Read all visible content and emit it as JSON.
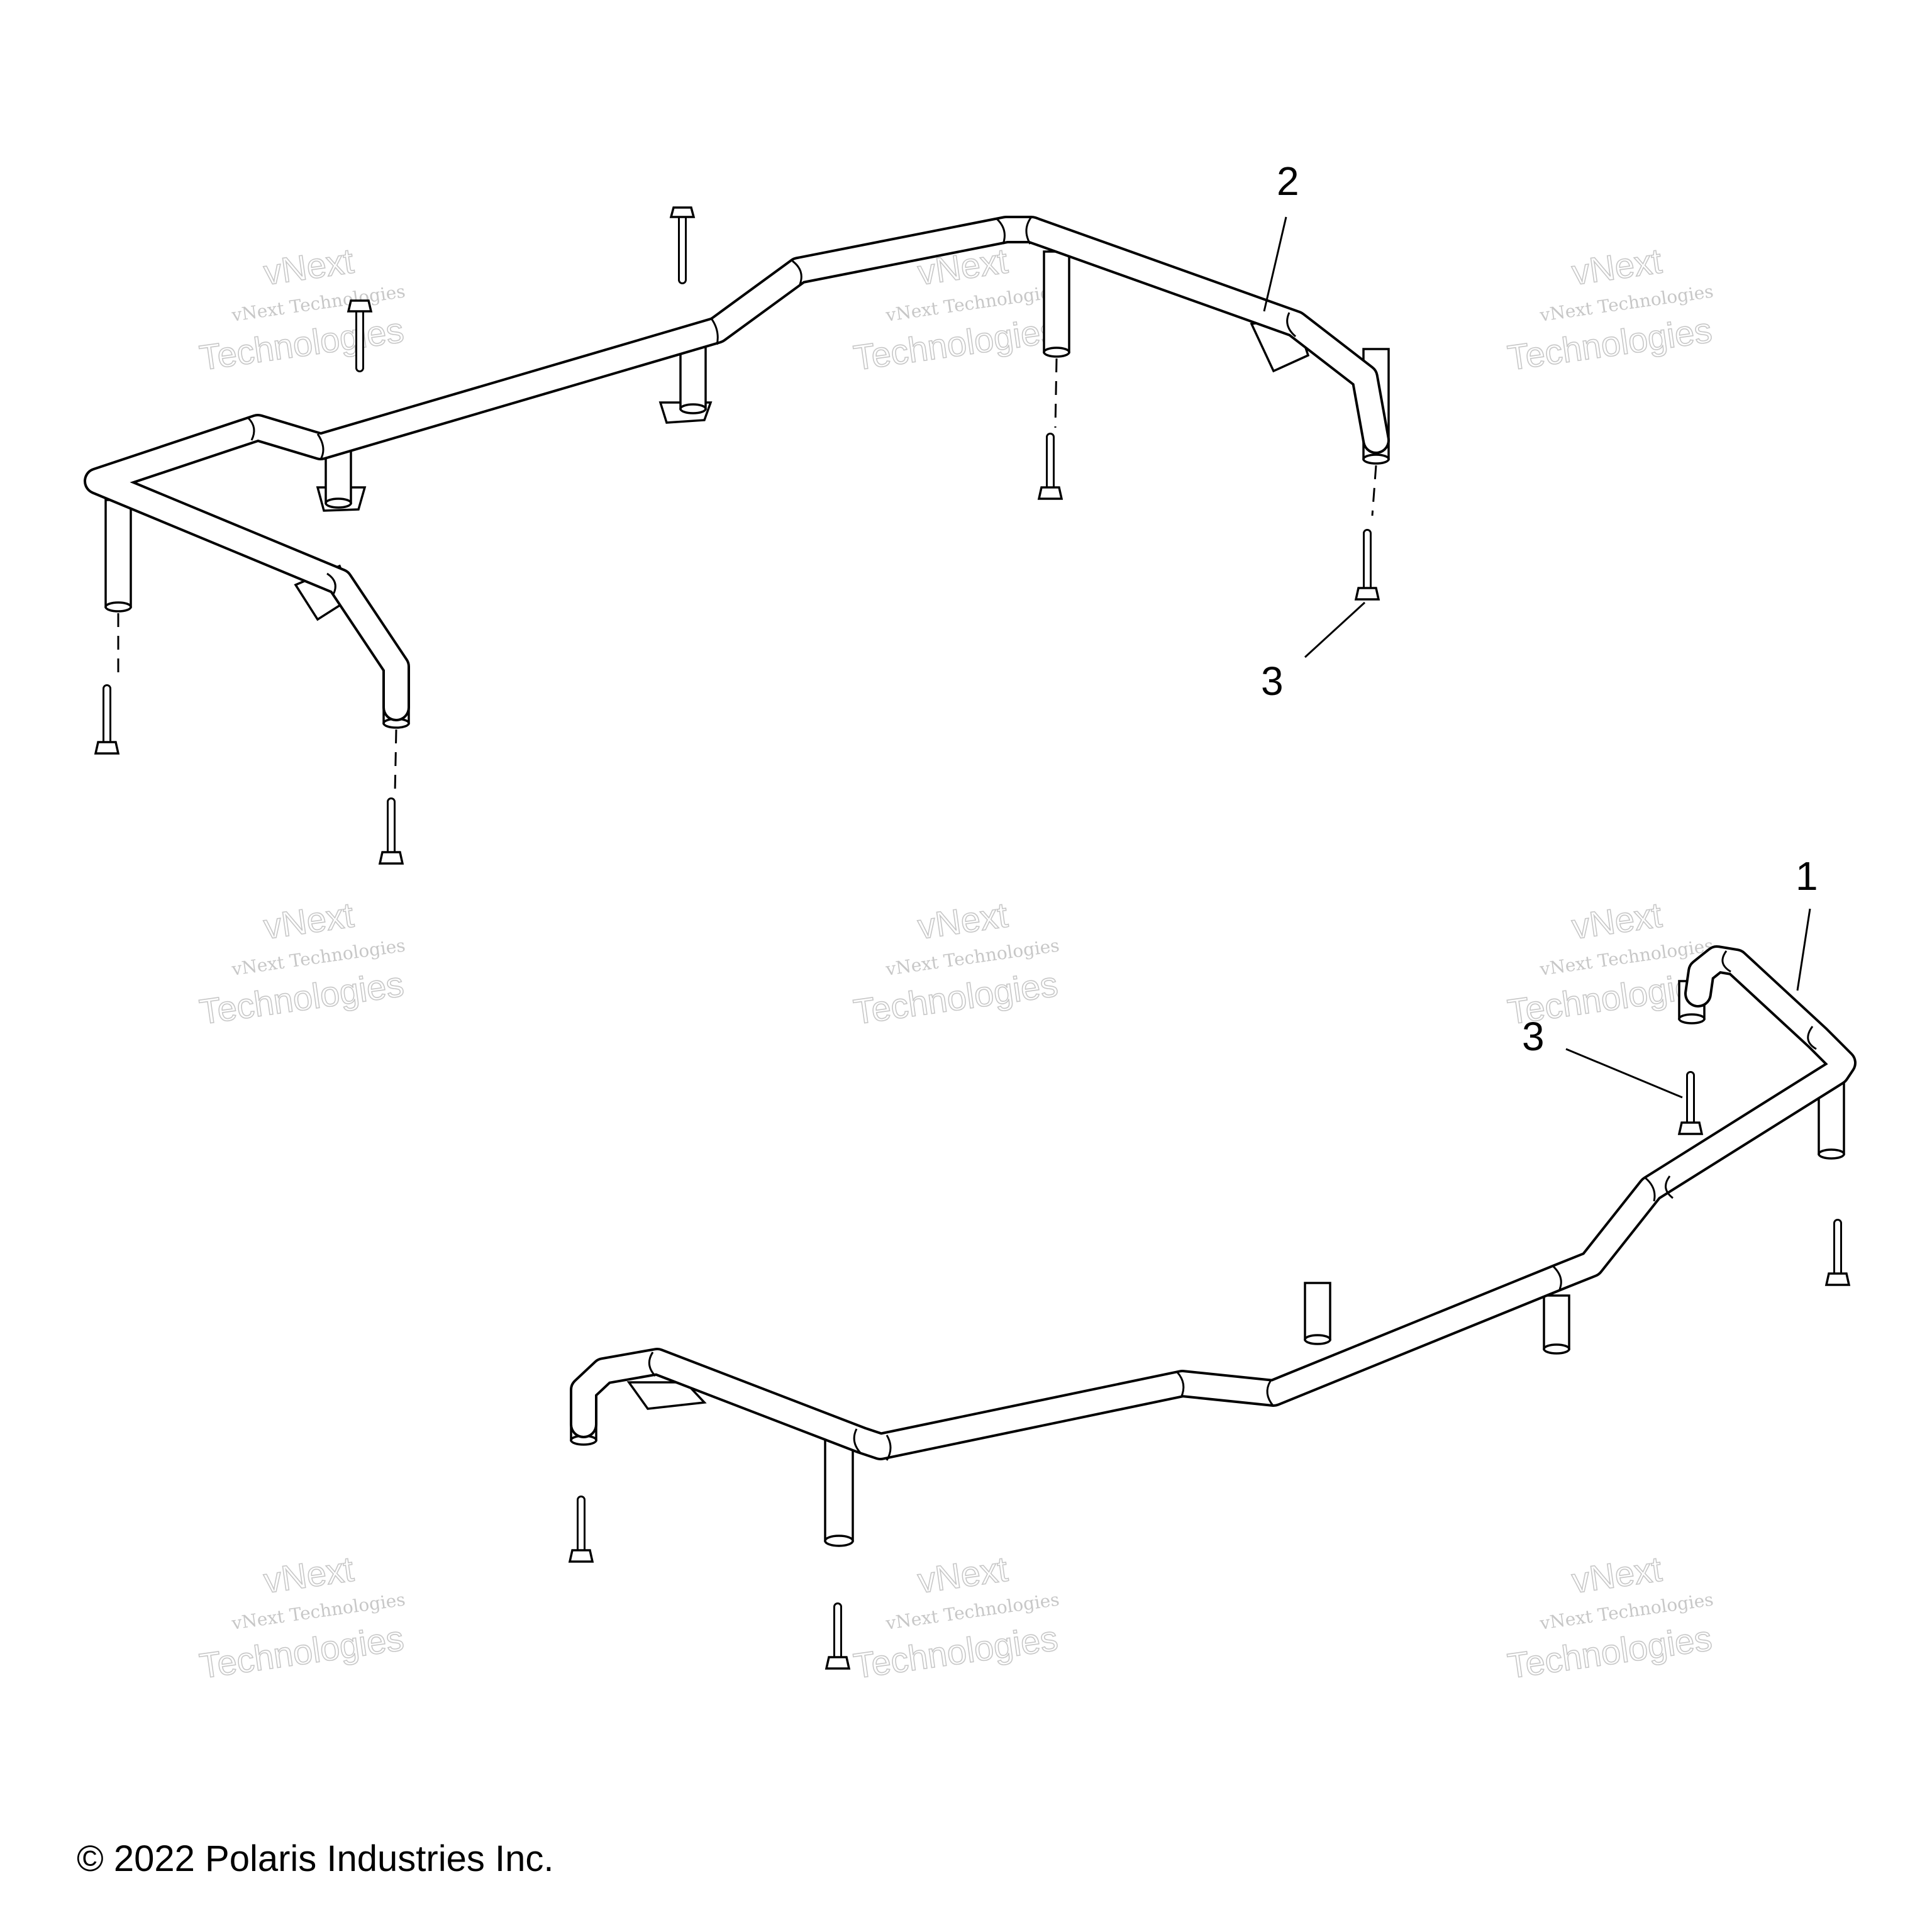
{
  "diagram": {
    "callouts": {
      "part_1": "1",
      "part_2": "2",
      "part_3_upper": "3",
      "part_3_lower": "3"
    },
    "watermark": {
      "line1": "vNext Technologies",
      "line2": "vNext",
      "line3": "Technologies"
    },
    "copyright": "2022 Polaris Industries Inc.",
    "copyright_symbol": "©"
  }
}
